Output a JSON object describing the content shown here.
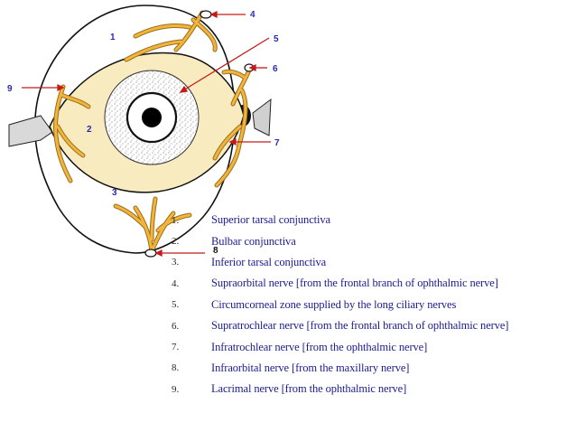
{
  "diagram": {
    "callouts": [
      {
        "num": "1"
      },
      {
        "num": "2"
      },
      {
        "num": "3"
      },
      {
        "num": "4"
      },
      {
        "num": "5"
      },
      {
        "num": "6"
      },
      {
        "num": "7"
      },
      {
        "num": "8"
      },
      {
        "num": "9"
      }
    ],
    "colors": {
      "eye_fill": "#f8ebc0",
      "nerve": "#f2b53b",
      "nerve_outline": "#9a6e1c",
      "pointer": "#c41a1a",
      "label_text": "#1b1b8f"
    }
  },
  "legend": {
    "items": [
      {
        "num": "1.",
        "text": "Superior tarsal conjunctiva"
      },
      {
        "num": "2.",
        "text": "Bulbar conjunctiva"
      },
      {
        "num": "3.",
        "text": "Inferior tarsal conjunctiva"
      },
      {
        "num": "4.",
        "text": "Supraorbital nerve [from the frontal branch of ophthalmic nerve]"
      },
      {
        "num": "5.",
        "text": "Circumcorneal zone supplied by the long ciliary nerves"
      },
      {
        "num": "6.",
        "text": "Supratrochlear nerve [from the frontal branch of ophthalmic nerve]"
      },
      {
        "num": "7.",
        "text": "Infratrochlear nerve [from the ophthalmic nerve]"
      },
      {
        "num": "8.",
        "text": "Infraorbital nerve [from the maxillary nerve]"
      },
      {
        "num": "9.",
        "text": "Lacrimal nerve [from the ophthalmic nerve]"
      }
    ]
  }
}
